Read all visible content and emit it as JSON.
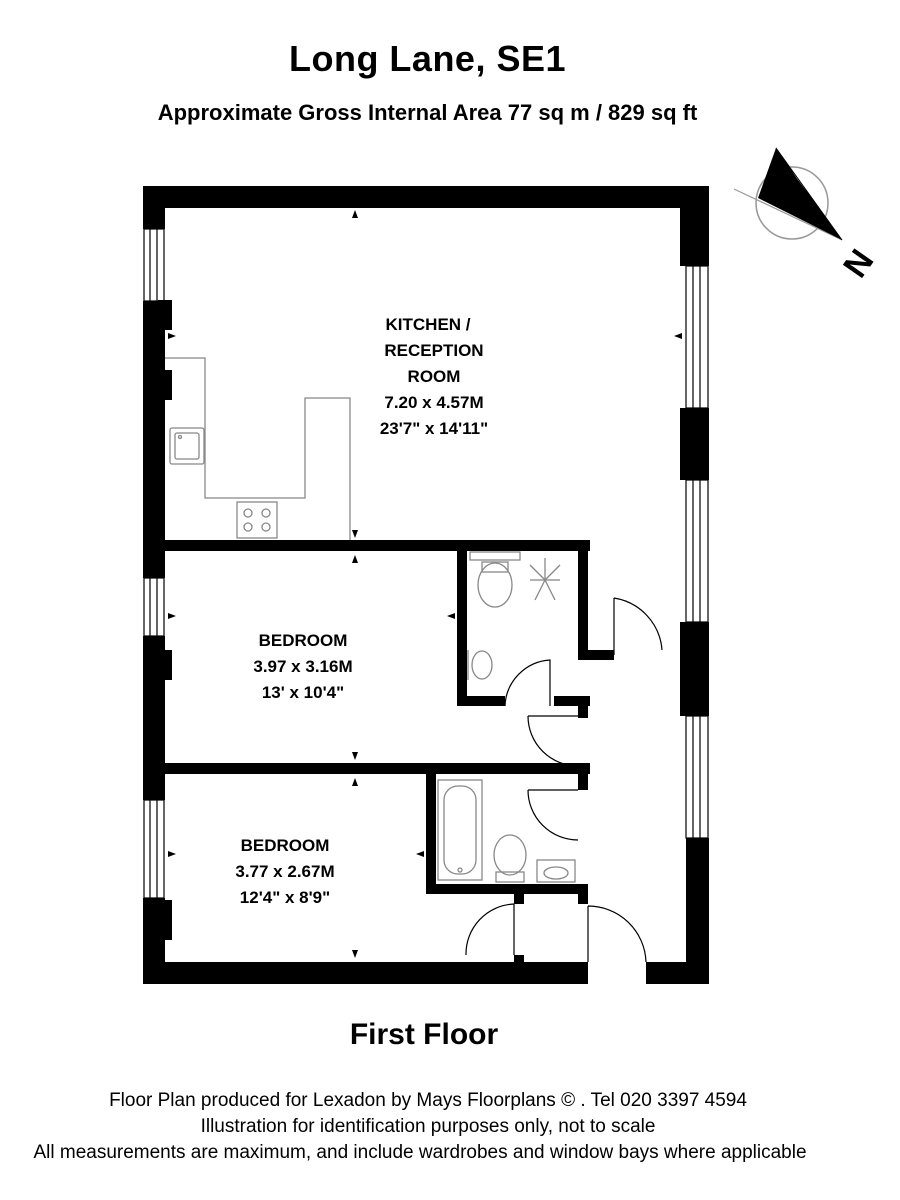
{
  "header": {
    "title": "Long Lane, SE1",
    "subtitle": "Approximate Gross Internal Area 77 sq m /  829 sq ft"
  },
  "compass": {
    "north_letter": "N",
    "icon": "north-arrow-icon"
  },
  "rooms": {
    "kitchen": {
      "name_line1": "KITCHEN /",
      "name_line2": "RECEPTION",
      "name_line3": "ROOM",
      "metric": "7.20 x 4.57M",
      "imperial": "23'7\" x 14'11\""
    },
    "bedroom1": {
      "name": "BEDROOM",
      "metric": "3.97 x 3.16M",
      "imperial": "13' x 10'4\""
    },
    "bedroom2": {
      "name": "BEDROOM",
      "metric": "3.77 x 2.67M",
      "imperial": "12'4\" x 8'9\""
    }
  },
  "floor_label": "First Floor",
  "footer": {
    "line1": "Floor Plan produced for Lexadon by Mays Floorplans  © . Tel 020 3397 4594",
    "line2": "Illustration for identification purposes only, not to scale",
    "line3": "All measurements are maximum, and include wardrobes and window bays where applicable"
  },
  "colors": {
    "wall": "#000000",
    "fixture": "#777777",
    "background": "#ffffff"
  }
}
